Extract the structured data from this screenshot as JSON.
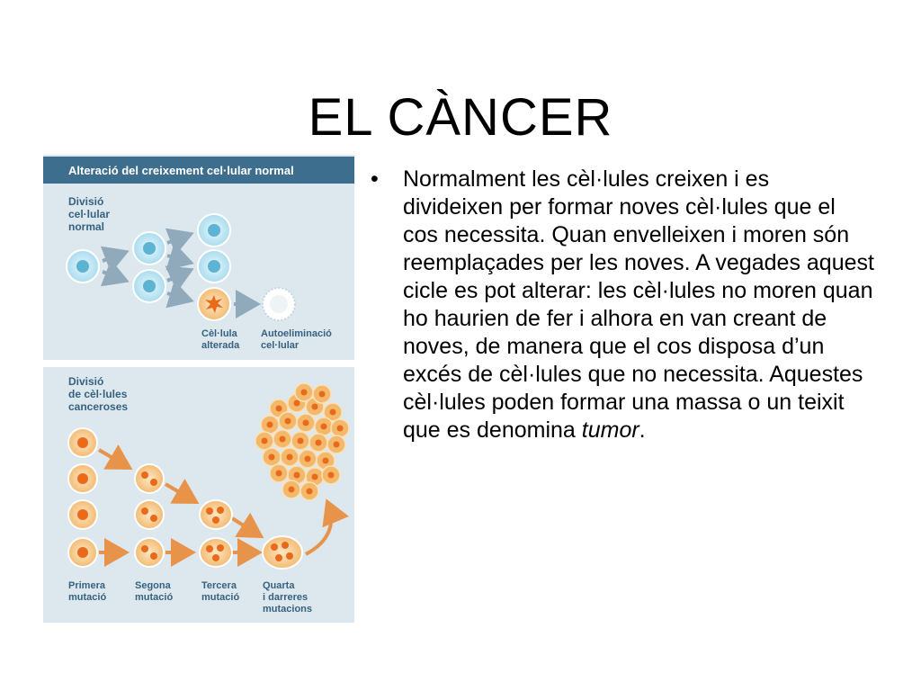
{
  "slide": {
    "title": "EL CÀNCER"
  },
  "figure": {
    "panel_header": "Alteració del creixement cel·lular normal",
    "normal_label": [
      "Divisió",
      "cel·lular",
      "normal"
    ],
    "altered_cell_label": [
      "Cèl·lula",
      "alterada"
    ],
    "autoelimination_label": [
      "Autoeliminació",
      "cel·lular"
    ],
    "cancer_label": [
      "Divisió",
      "de cèl·lules",
      "canceroses"
    ],
    "stages": [
      [
        "Primera",
        "mutació"
      ],
      [
        "Segona",
        "mutació"
      ],
      [
        "Tercera",
        "mutació"
      ],
      [
        "Quarta",
        "i darreres",
        "mutacions"
      ]
    ]
  },
  "content": {
    "bullet_symbol": "•",
    "text_main": "Normalment les cèl·lules creixen i es divideixen per formar noves cèl·lules que el cos necessita. Quan envelleixen i moren són reemplaçades per les noves. A vegades aquest cicle es pot alterar: les cèl·lules no moren quan ho haurien de fer i alhora en van creant de noves, de manera que el cos disposa d’un excés de cèl·lules que no necessita. Aquestes cèl·lules poden formar una massa o un teixit que es denomina ",
    "text_emphasis": "tumor",
    "text_end": "."
  },
  "colors": {
    "panel_bg": "#dde7ee",
    "header_bg": "#3d6e8e",
    "label": "#36627f",
    "arrow": "#90aabb",
    "arrow_orange": "#e8934a",
    "normal_cell": "#bfe6f3",
    "normal_nucleus": "#5cb3d2",
    "altered_cell": "#f6c98a",
    "nucleus_orange": "#e86a1a"
  }
}
